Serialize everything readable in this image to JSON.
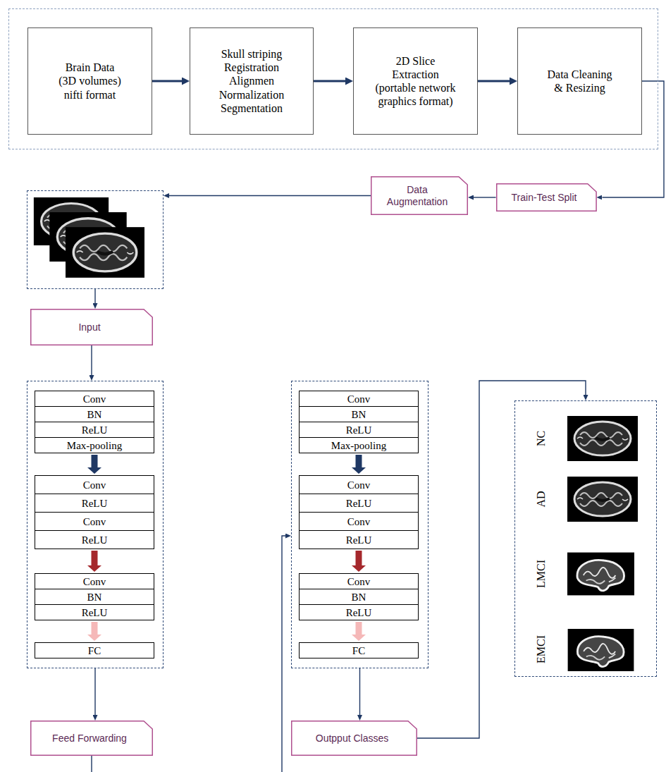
{
  "diagram": {
    "nodes": [
      {
        "text": []
      },
      {
        "text": [
          "Brain Data (3D volumes) nifti format"
        ],
        "in": 0
      },
      {
        "text": [
          "Skull striping Registration Alignmen Normalization Segmentation"
        ],
        "in": 0
      },
      {
        "text": [
          "2D Slice Extraction (portable network graphics format)"
        ],
        "in": 0
      },
      {
        "text": [
          "Data Cleaning & Resizing"
        ],
        "in": 0
      },
      {
        "text": []
      },
      {
        "text": [
          "Data Augmentation"
        ]
      },
      {
        "text": [
          "Train-Test Split"
        ]
      },
      {
        "text": [
          "Input"
        ]
      },
      {
        "text": []
      },
      {
        "text": [
          "Conv"
        ],
        "in": 9
      },
      {
        "text": [
          "BN"
        ],
        "in": 9
      },
      {
        "text": [
          "ReLU"
        ],
        "in": 9
      },
      {
        "text": [
          "Max-pooling"
        ],
        "in": 9
      },
      {
        "text": [
          "Conv"
        ],
        "in": 9
      },
      {
        "text": [
          "ReLU"
        ],
        "in": 9
      },
      {
        "text": [
          "Conv"
        ],
        "in": 9
      },
      {
        "text": [
          "ReLU"
        ],
        "in": 9
      },
      {
        "text": [
          "Conv"
        ],
        "in": 9
      },
      {
        "text": [
          "BN"
        ],
        "in": 9
      },
      {
        "text": [
          "ReLU"
        ],
        "in": 9
      },
      {
        "text": [
          "FC"
        ],
        "in": 9
      },
      {
        "text": []
      },
      {
        "text": [
          "Conv"
        ],
        "in": 22
      },
      {
        "text": [
          "BN"
        ],
        "in": 22
      },
      {
        "text": [
          "ReLU"
        ],
        "in": 22
      },
      {
        "text": [
          "Max-pooling"
        ],
        "in": 22
      },
      {
        "text": [
          "Conv"
        ],
        "in": 22
      },
      {
        "text": [
          "ReLU"
        ],
        "in": 22
      },
      {
        "text": [
          "Conv"
        ],
        "in": 22
      },
      {
        "text": [
          "ReLU"
        ],
        "in": 22
      },
      {
        "text": [
          "Conv"
        ],
        "in": 22
      },
      {
        "text": [
          "BN"
        ],
        "in": 22
      },
      {
        "text": [
          "ReLU"
        ],
        "in": 22
      },
      {
        "text": [
          "FC"
        ],
        "in": 22
      },
      {
        "text": []
      },
      {
        "text": [
          "Feed Forwarding"
        ]
      },
      {
        "text": [
          "Outpput Classes"
        ]
      }
    ],
    "edges": [
      {
        "from": 1,
        "to": 2,
        "arrow": "to"
      },
      {
        "from": 2,
        "to": 3,
        "arrow": "to"
      },
      {
        "from": 3,
        "to": 4,
        "arrow": "to"
      },
      {
        "from": 4,
        "to": 7,
        "arrow": "to"
      },
      {
        "from": 7,
        "to": 6,
        "arrow": "to"
      },
      {
        "from": 6,
        "to": 5,
        "arrow": "to"
      },
      {
        "from": 5,
        "to": 8,
        "arrow": "to"
      },
      {
        "from": 8,
        "to": 9,
        "arrow": "to"
      },
      {
        "from": 13,
        "to": 14,
        "arrow": "to"
      },
      {
        "from": 17,
        "to": 18,
        "arrow": "to"
      },
      {
        "from": 20,
        "to": 21,
        "arrow": "to"
      },
      {
        "from": 26,
        "to": 27,
        "arrow": "to"
      },
      {
        "from": 30,
        "to": 31,
        "arrow": "to"
      },
      {
        "from": 33,
        "to": 34,
        "arrow": "to"
      },
      {
        "from": 9,
        "to": 36,
        "arrow": "to"
      },
      {
        "from": 22,
        "to": 37,
        "arrow": "to"
      },
      {
        "from": 36,
        "to": 22,
        "arrow": "to"
      },
      {
        "from": 37,
        "to": 35,
        "arrow": "to"
      }
    ],
    "labels": [
      "NC",
      "AD",
      "LMCI",
      "EMCI"
    ]
  }
}
